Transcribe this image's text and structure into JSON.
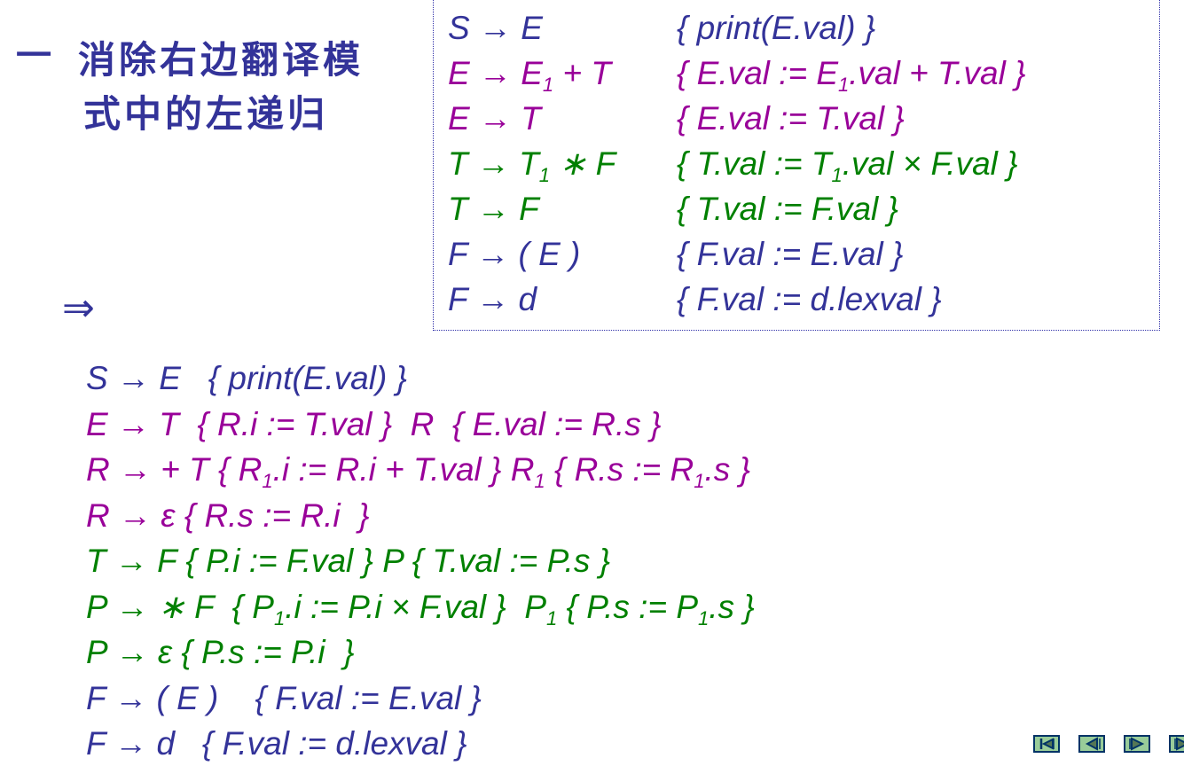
{
  "title": {
    "dash": "一",
    "line1": "消除右边翻译模",
    "line2": "式中的左递归"
  },
  "implies_symbol": "⇒",
  "colors": {
    "blue": "#333399",
    "purple": "#990099",
    "green": "#008000",
    "nav_fill": "#99cc99",
    "nav_border": "#003366"
  },
  "original_scheme": [
    {
      "color": "blue",
      "lhs": [
        {
          "t": "S → E"
        }
      ],
      "action": [
        {
          "t": "{ print(E.val) }"
        }
      ]
    },
    {
      "color": "purple",
      "lhs": [
        {
          "t": "E → E"
        },
        {
          "sub": "1"
        },
        {
          "t": " + T"
        }
      ],
      "action": [
        {
          "t": "{ E.val := E"
        },
        {
          "sub": "1"
        },
        {
          "t": ".val + T.val }"
        }
      ]
    },
    {
      "color": "purple",
      "lhs": [
        {
          "t": "E → T"
        }
      ],
      "action": [
        {
          "t": "{ E.val := T.val }"
        }
      ]
    },
    {
      "color": "green",
      "lhs": [
        {
          "t": "T → T"
        },
        {
          "sub": "1"
        },
        {
          "t": " ∗ F"
        }
      ],
      "action": [
        {
          "t": "{ T.val := T"
        },
        {
          "sub": "1"
        },
        {
          "t": ".val × F.val }"
        }
      ]
    },
    {
      "color": "green",
      "lhs": [
        {
          "t": "T → F"
        }
      ],
      "action": [
        {
          "t": "{ T.val := F.val }"
        }
      ]
    },
    {
      "color": "blue",
      "lhs": [
        {
          "t": "F → ( E )"
        }
      ],
      "action": [
        {
          "t": "{ F.val := E.val }"
        }
      ]
    },
    {
      "color": "blue",
      "lhs": [
        {
          "t": "F → d"
        }
      ],
      "action": [
        {
          "t": "{ F.val := d.lexval }"
        }
      ]
    }
  ],
  "transformed_scheme": [
    {
      "color": "blue",
      "segs": [
        {
          "t": "S → E   { print(E.val) }"
        }
      ]
    },
    {
      "color": "purple",
      "segs": [
        {
          "t": "E → T  { R.i := T.val }  R  { E.val := R.s }"
        }
      ]
    },
    {
      "color": "purple",
      "segs": [
        {
          "t": "R → + T { R"
        },
        {
          "sub": "1"
        },
        {
          "t": ".i := R.i + T.val } R"
        },
        {
          "sub": "1"
        },
        {
          "t": " { R.s := R"
        },
        {
          "sub": "1"
        },
        {
          "t": ".s }"
        }
      ]
    },
    {
      "color": "purple",
      "segs": [
        {
          "t": "R → ε { R.s := R.i  }"
        }
      ]
    },
    {
      "color": "green",
      "segs": [
        {
          "t": "T → F { P.i := F.val } P { T.val := P.s }"
        }
      ]
    },
    {
      "color": "green",
      "segs": [
        {
          "t": "P → ∗ F  { P"
        },
        {
          "sub": "1"
        },
        {
          "t": ".i := P.i × F.val }  P"
        },
        {
          "sub": "1"
        },
        {
          "t": " { P.s := P"
        },
        {
          "sub": "1"
        },
        {
          "t": ".s }"
        }
      ]
    },
    {
      "color": "green",
      "segs": [
        {
          "t": "P → ε { P.s := P.i  }"
        }
      ]
    },
    {
      "color": "blue",
      "segs": [
        {
          "t": "F → ( E )    { F.val := E.val }"
        }
      ]
    },
    {
      "color": "blue",
      "segs": [
        {
          "t": "F → d   { F.val := d.lexval }"
        }
      ]
    }
  ],
  "nav_buttons": [
    {
      "name": "first-slide",
      "icon": "first-icon"
    },
    {
      "name": "previous-slide",
      "icon": "previous-icon"
    },
    {
      "name": "next-slide",
      "icon": "next-icon"
    },
    {
      "name": "last-slide",
      "icon": "last-icon"
    }
  ]
}
